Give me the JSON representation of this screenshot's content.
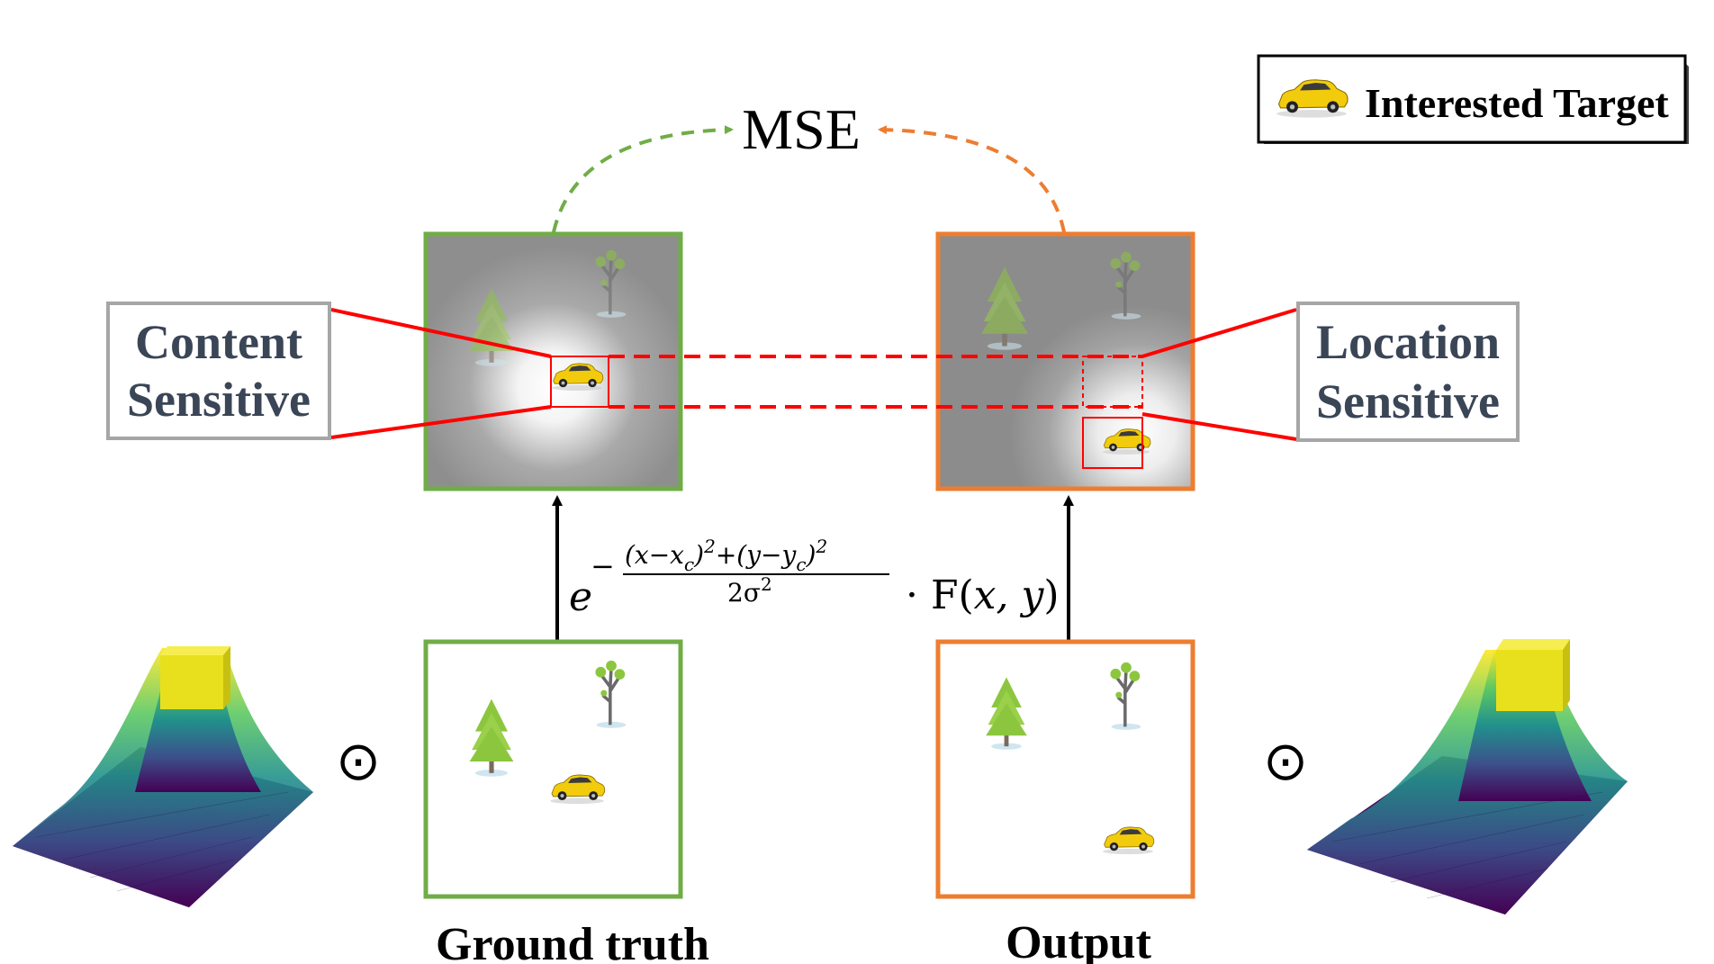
{
  "legend": {
    "label": "Interested Target",
    "icon": "car-icon"
  },
  "mse": {
    "label": "MSE"
  },
  "content_sensitive": {
    "line1": "Content",
    "line2": "Sensitive"
  },
  "location_sensitive": {
    "line1": "Location",
    "line2": "Sensitive"
  },
  "formula": {
    "base": "e",
    "minus": "−",
    "numerator": "(x−x",
    "num_sub1": "c",
    "num_mid": ")",
    "num_sup1": "2",
    "num_plus": "+(y−y",
    "num_sub2": "c",
    "num_end": ")",
    "num_sup2": "2",
    "denominator": "2σ",
    "den_sup": "2",
    "times": "· F(",
    "args": "x, y",
    "close": ")"
  },
  "hadamard_symbol": "⊙",
  "captions": {
    "ground_truth": "Ground truth",
    "output": "Output"
  },
  "colors": {
    "ground_truth_frame": "#70AD47",
    "output_frame": "#ED7D31",
    "highlight": "#FF0000",
    "label_box_border": "#A6A6A6",
    "label_text": "#3A4556",
    "car_yellow": "#F2CC0C",
    "tree_green": "#8CC63F",
    "surface_low": "#440154",
    "surface_high": "#FDE725"
  }
}
